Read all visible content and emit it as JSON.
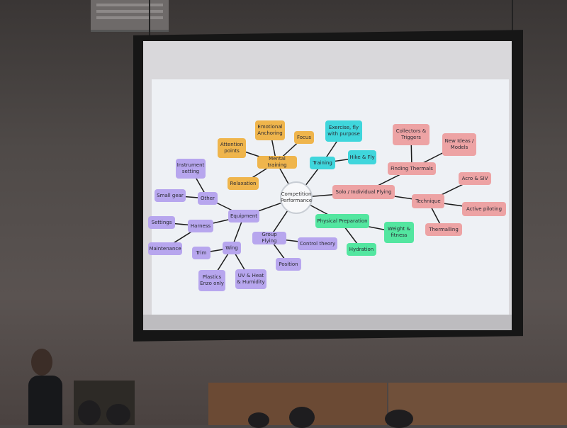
{
  "slide": {
    "center": "Competition Performance",
    "nodes": {
      "emotional_anchoring": "Emotional Anchoring",
      "focus": "Focus",
      "attention_points": "Attention points",
      "mental_training": "Mental training",
      "relaxation": "Relaxation",
      "exercise": "Exercise, fly with purpose",
      "training": "Training",
      "hike_fly": "Hike & Fly",
      "collectors_triggers": "Collectors & Triggers",
      "new_ideas": "New Ideas / Models",
      "finding_thermals": "Finding Thermals",
      "solo_flying": "Solo / Individual Flying",
      "acro_siv": "Acro & SIV",
      "technique": "Technique",
      "active_piloting": "Active piloting",
      "thermalling": "Thermalling",
      "instrument_setting": "Instrument setting",
      "small_gear": "Small gear",
      "other": "Other",
      "equipment": "Equipment",
      "settings": "Settings",
      "harness": "Harness",
      "maintenance": "Maintenance",
      "trim": "Trim",
      "wing": "Wing",
      "plastics": "Plastics Enzo only",
      "uv_heat": "UV & Heat & Humidity",
      "group_flying": "Group Flying",
      "control_theory": "Control theory",
      "position": "Position",
      "physical_prep": "Physical Preparation",
      "weight_fitness": "Weight & fitness",
      "hydration": "Hydration"
    }
  },
  "colors": {
    "equipment": "#b7a6ee",
    "mental": "#efb54c",
    "training": "#3fd6dc",
    "solo": "#eda3a4",
    "physical": "#53e6a0"
  }
}
